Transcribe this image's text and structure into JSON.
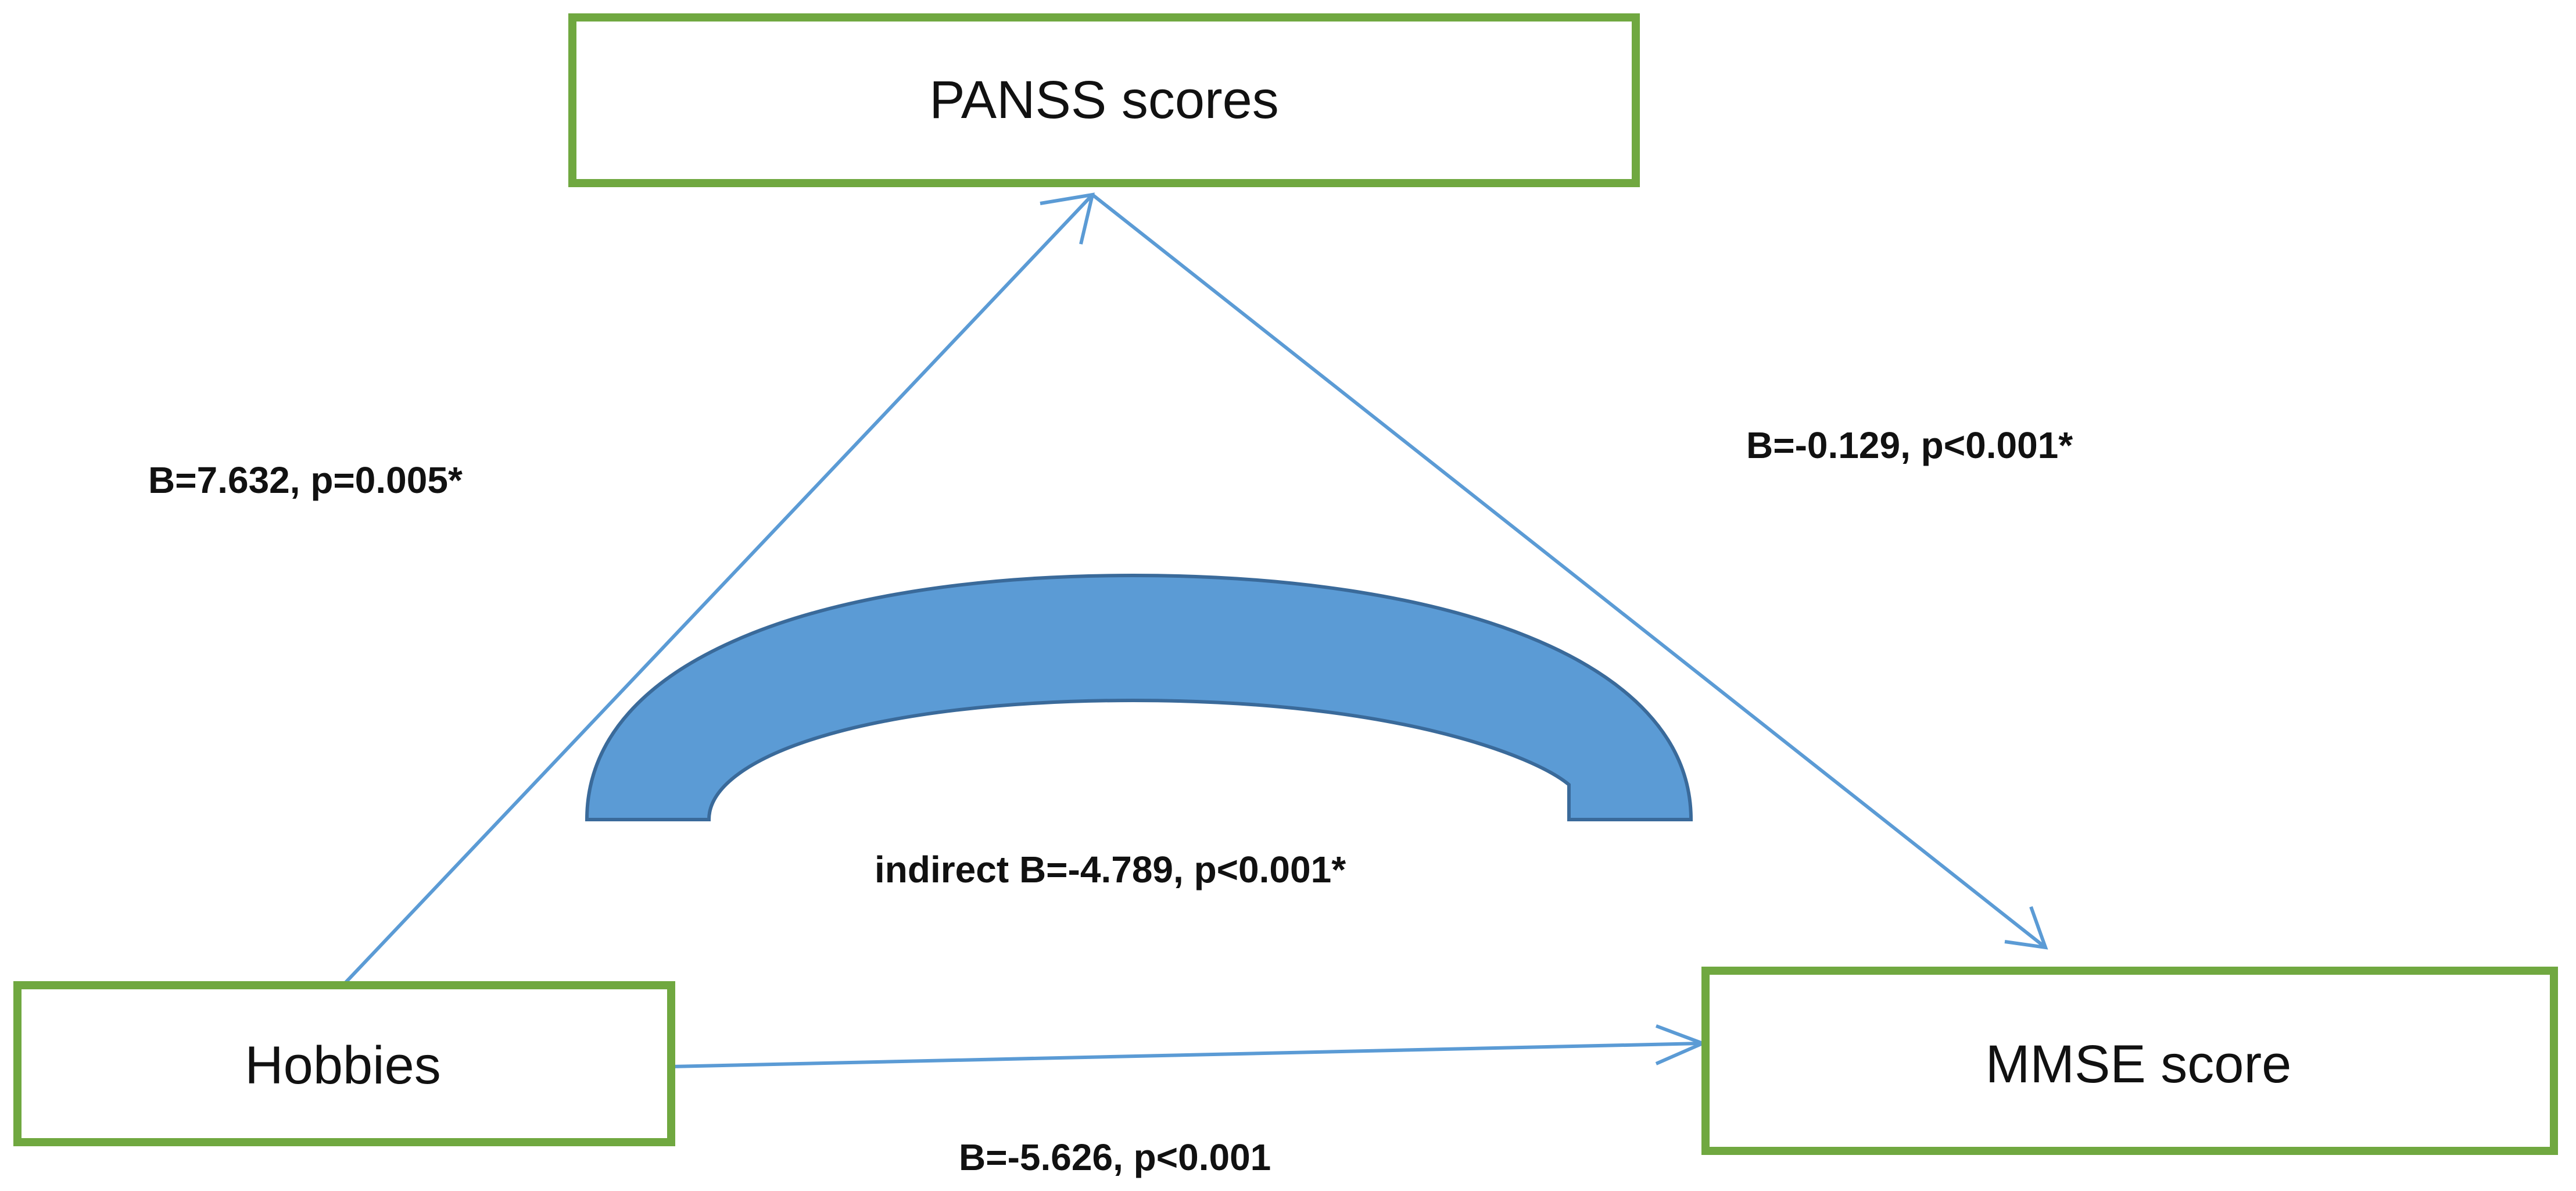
{
  "nodes": {
    "panss": {
      "label": "PANSS scores"
    },
    "hobbies": {
      "label": "Hobbies"
    },
    "mmse": {
      "label": "MMSE score"
    }
  },
  "edges": {
    "hobbies_to_panss": {
      "label": "B=7.632, p=0.005*"
    },
    "panss_to_mmse": {
      "label": "B=-0.129, p<0.001*"
    },
    "hobbies_to_mmse": {
      "label": "B=-5.626, p<0.001"
    },
    "indirect": {
      "label": "indirect B=-4.789, p<0.001*"
    }
  },
  "colors": {
    "box_border": "#70a840",
    "arrow": "#5b9bd5",
    "arch_fill": "#5b9bd5",
    "arch_stroke": "#3a6a9a",
    "text": "#111111"
  }
}
